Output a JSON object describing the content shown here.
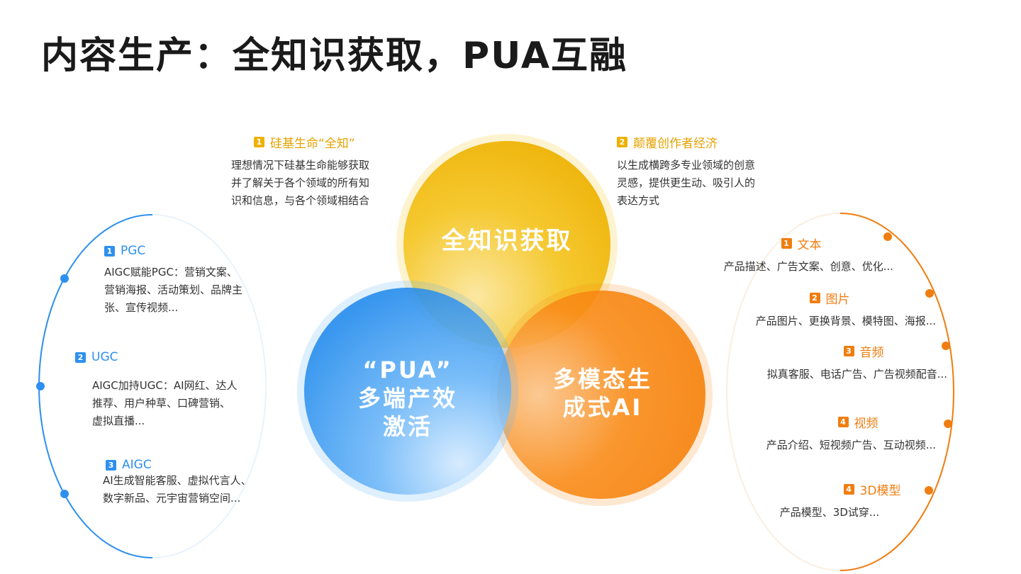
{
  "title": "内容生产：全知识获取，PUA互融",
  "top": [
    {
      "num": "1",
      "title": "硅基生命“全知”",
      "lines": [
        "理想情况下硅基生命能够获取",
        "并了解关于各个领域的所有知",
        "识和信息，与各个领域相结合"
      ]
    },
    {
      "num": "2",
      "title": "颠覆创作者经济",
      "lines": [
        "以生成横跨多专业领域的创意",
        "灵感，提供更生动、吸引人的",
        "表达方式"
      ]
    }
  ],
  "left": [
    {
      "num": "1",
      "title": "PGC",
      "lines": [
        "AIGC赋能PGC：营销文案、",
        "营销海报、活动策划、品牌主",
        "张、宣传视频..."
      ]
    },
    {
      "num": "2",
      "title": "UGC",
      "lines": [
        "AIGC加持UGC：AI网红、达人",
        "推荐、用户种草、口碑营销、",
        "虚拟直播..."
      ]
    },
    {
      "num": "3",
      "title": "AIGC",
      "lines": [
        "AI生成智能客服、虚拟代言人、",
        "数字新品、元宇宙营销空间..."
      ]
    }
  ],
  "right": [
    {
      "num": "1",
      "title": "文本",
      "line": "产品描述、广告文案、创意、优化..."
    },
    {
      "num": "2",
      "title": "图片",
      "line": "产品图片、更换背景、模特图、海报..."
    },
    {
      "num": "3",
      "title": "音频",
      "line": "拟真客服、电话广告、广告视频配音..."
    },
    {
      "num": "4",
      "title": "视频",
      "line": "产品介绍、短视频广告、互动视频..."
    },
    {
      "num": "4",
      "title": "3D模型",
      "line": "产品模型、3D试穿..."
    }
  ],
  "circles": {
    "yellow": {
      "lines": [
        "全知识获取"
      ]
    },
    "blue": {
      "lines": [
        "“PUA”",
        "多端产效",
        "激活"
      ]
    },
    "orange": {
      "lines": [
        "多模态生",
        "成式AI"
      ]
    }
  },
  "colors": {
    "yellow": "#f0b000",
    "blue": "#2d90ee",
    "orange": "#f07d10"
  }
}
